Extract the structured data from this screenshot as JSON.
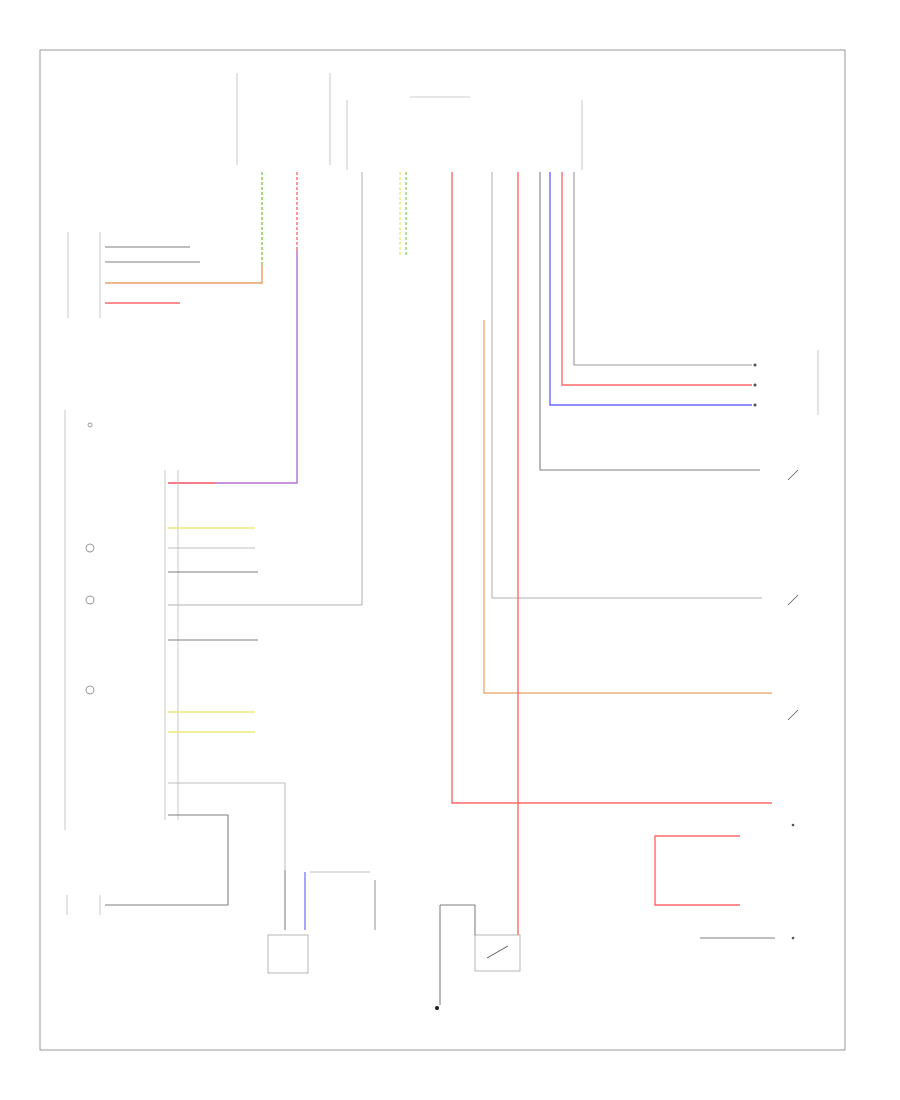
{
  "diagram": {
    "title": "",
    "page_code": "",
    "components": [
      {
        "id": "engine_cluster",
        "label": ""
      },
      {
        "id": "instrument_cluster",
        "label": ""
      },
      {
        "id": "body_control_module",
        "label": ""
      },
      {
        "id": "central_power_supply",
        "label": ""
      },
      {
        "id": "fuel_tank_unit",
        "label": ""
      },
      {
        "id": "ground_left",
        "label": ""
      },
      {
        "id": "ground_right",
        "label": ""
      }
    ],
    "wire_colors": {
      "green": "#7ec850",
      "orange": "#e8a060",
      "red": "#ff6a6a",
      "purple": "#b070d0",
      "gray": "#999999",
      "dark": "#555555",
      "blue": "#6a6aff",
      "yellow": "#e8e860"
    }
  }
}
